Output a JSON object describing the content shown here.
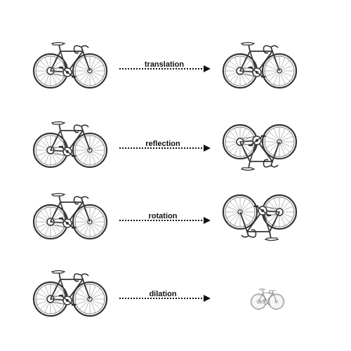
{
  "rows": [
    {
      "label": "translation",
      "transform": "translate"
    },
    {
      "label": "reflection",
      "transform": "reflect"
    },
    {
      "label": "rotation",
      "transform": "rotate"
    },
    {
      "label": "dilation",
      "transform": "dilate"
    }
  ],
  "colors": {
    "line": "#111111",
    "bike_stroke": "#333333",
    "bike_faded": "#888888",
    "background": "#ffffff"
  },
  "icons": {
    "bicycle": "bicycle-icon",
    "arrow": "arrow-right-icon"
  }
}
